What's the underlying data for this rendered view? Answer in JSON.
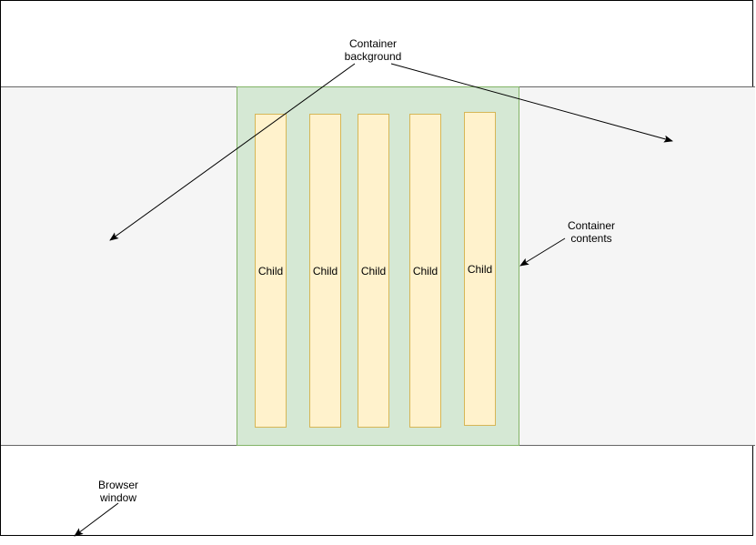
{
  "diagram": {
    "labels": {
      "container_background": "Container\nbackground",
      "container_contents": "Container\ncontents",
      "browser_window": "Browser\nwindow"
    },
    "children": [
      "Child",
      "Child",
      "Child",
      "Child",
      "Child"
    ],
    "colors": {
      "band": "#f5f5f5",
      "container_fill": "#d5e8d4",
      "container_stroke": "#82b366",
      "child_fill": "#fff2cc",
      "child_stroke": "#d6b656"
    }
  }
}
